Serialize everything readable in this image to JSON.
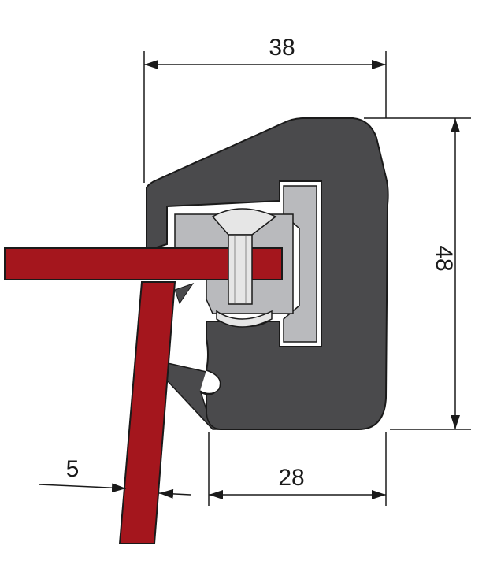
{
  "dimensions": {
    "top_width": "38",
    "height": "48",
    "bottom_width": "28",
    "panel_thickness": "5"
  },
  "colors": {
    "profile": "#4a4a4c",
    "insert": "#b9babd",
    "panel": "#a4161d",
    "outline": "#1a1a1a"
  }
}
